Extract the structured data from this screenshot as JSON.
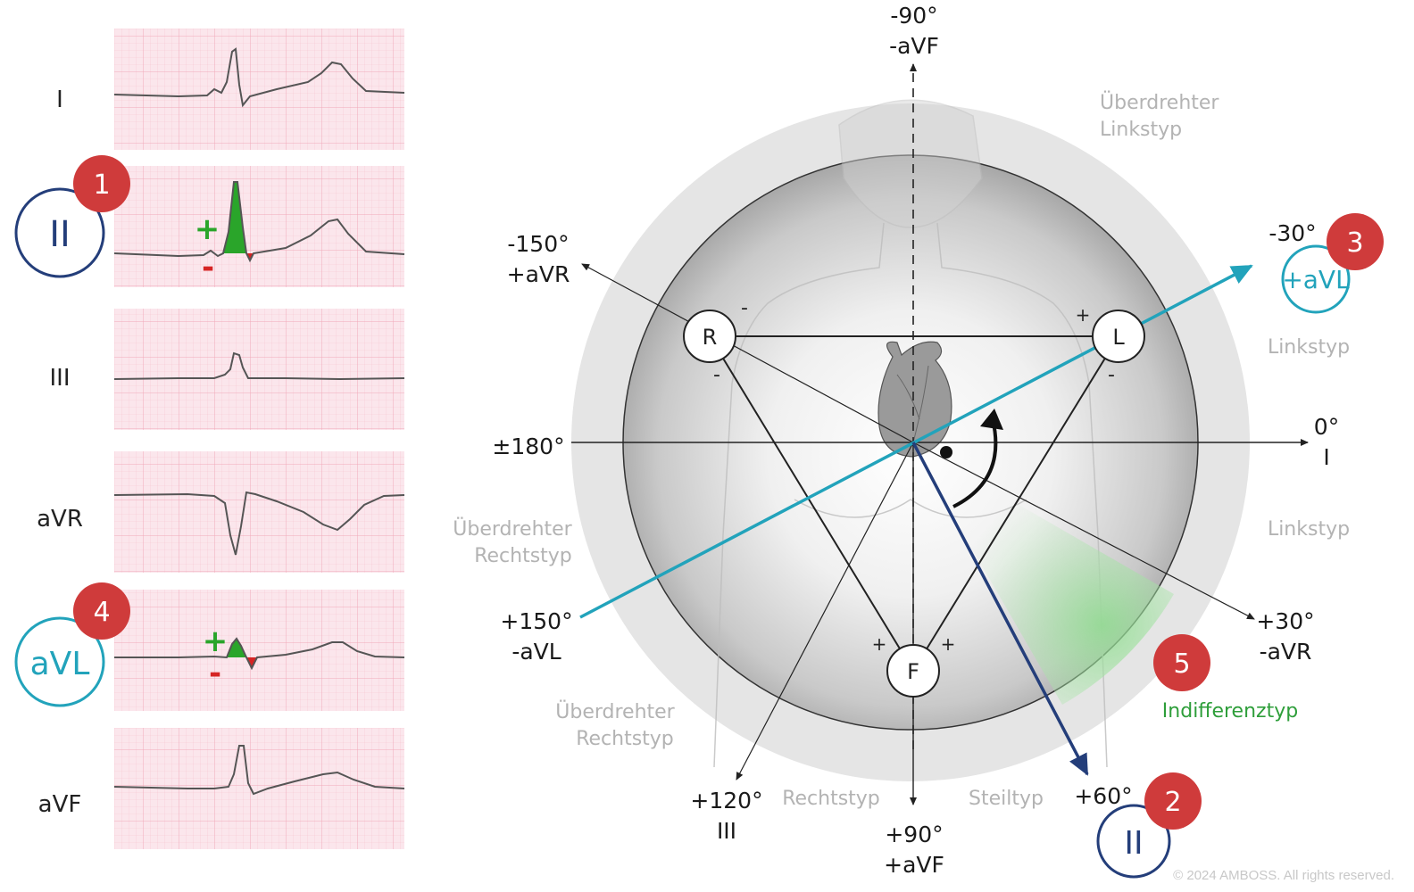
{
  "ecg_strips": [
    {
      "lead": "I"
    },
    {
      "lead": "II"
    },
    {
      "lead": "III"
    },
    {
      "lead": "aVR"
    },
    {
      "lead": "aVL"
    },
    {
      "lead": "aVF"
    }
  ],
  "markers": {
    "one": "1",
    "two": "2",
    "three": "3",
    "four": "4",
    "five": "5",
    "plus": "+",
    "minus": "-"
  },
  "circled_leads": {
    "ii": "II",
    "avl": "aVL",
    "avl_plus": "+aVL"
  },
  "electrodes": {
    "r": "R",
    "l": "L",
    "f": "F"
  },
  "angles": {
    "top_deg": "-90°",
    "top_lead": "-aVF",
    "neg150_deg": "-150°",
    "neg150_lead": "+aVR",
    "neg30_deg": "-30°",
    "deg180": "±180°",
    "deg0": "0°",
    "deg0_lead": "I",
    "pos150_deg": "+150°",
    "pos150_lead": "-aVL",
    "pos30_deg": "+30°",
    "pos30_lead": "-aVR",
    "pos120_deg": "+120°",
    "pos120_lead": "III",
    "pos90_deg": "+90°",
    "pos90_lead": "+aVF",
    "pos60_deg": "+60°"
  },
  "zones": {
    "ueberdrehter_linkstyp_1": "Überdrehter",
    "ueberdrehter_linkstyp_2": "Linkstyp",
    "linkstyp_upper": "Linkstyp",
    "linkstyp_lower": "Linkstyp",
    "ueberdrehter_rechtstyp_left_1": "Überdrehter",
    "ueberdrehter_rechtstyp_left_2": "Rechtstyp",
    "ueberdrehter_rechtstyp_bottom_1": "Überdrehter",
    "ueberdrehter_rechtstyp_bottom_2": "Rechtstyp",
    "rechtstyp": "Rechtstyp",
    "steiltyp": "Steiltyp",
    "indifferenztyp": "Indifferenztyp"
  },
  "copyright": "© 2024 AMBOSS. All rights reserved.",
  "colors": {
    "lead_ii_blue": "#243e7a",
    "avl_teal": "#22a3bb",
    "badge_red": "#cf3b3b",
    "positive_green": "#2aa52a",
    "negative_red": "#d62424",
    "ecg_bg": "#fbe6ec",
    "ecg_grid": "#f1a9ba"
  }
}
